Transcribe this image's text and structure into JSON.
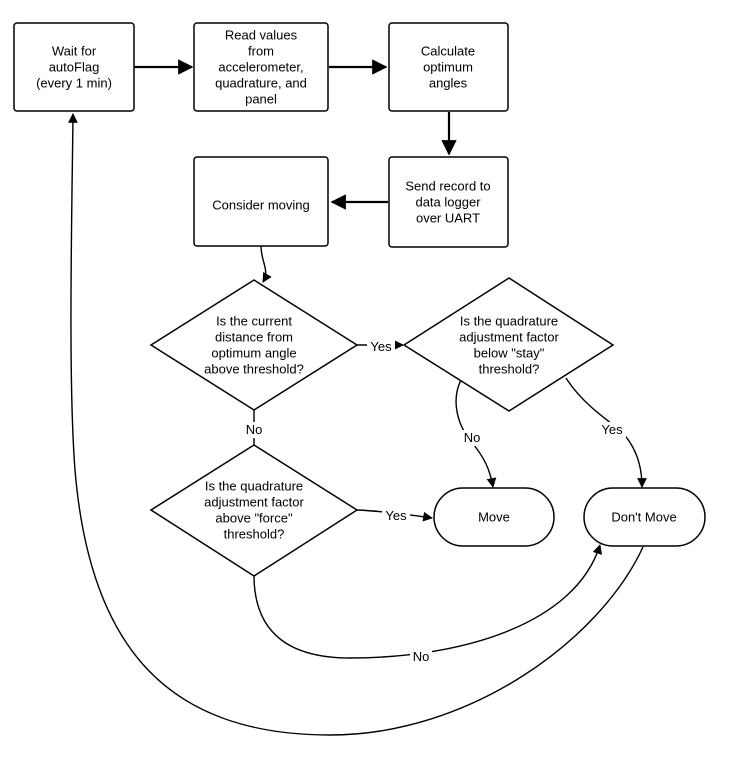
{
  "nodes": {
    "wait": [
      "Wait for",
      "autoFlag",
      "(every 1 min)"
    ],
    "read": [
      "Read values",
      "from",
      "accelerometer,",
      "quadrature, and",
      "panel"
    ],
    "calc": [
      "Calculate",
      "optimum",
      "angles"
    ],
    "send": [
      "Send record to",
      "data logger",
      "over UART"
    ],
    "consider": [
      "Consider moving"
    ],
    "d1": [
      "Is the current",
      "distance from",
      "optimum angle",
      "above threshold?"
    ],
    "d2": [
      "Is the quadrature",
      "adjustment factor",
      "below \"stay\"",
      "threshold?"
    ],
    "d3": [
      "Is the quadrature",
      "adjustment factor",
      "above \"force\"",
      "threshold?"
    ],
    "move": [
      "Move"
    ],
    "dont": [
      "Don't Move"
    ]
  },
  "edges": {
    "d1_yes": "Yes",
    "d1_no": "No",
    "d2_no": "No",
    "d2_yes": "Yes",
    "d3_yes": "Yes",
    "d3_no": "No"
  }
}
